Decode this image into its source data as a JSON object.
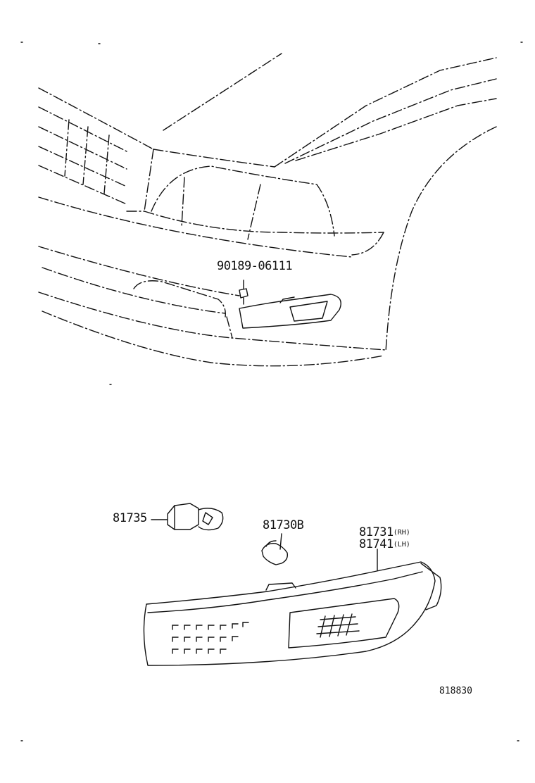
{
  "parts": {
    "clip": {
      "number": "90189-06111"
    },
    "socket": {
      "number": "81735"
    },
    "bulb": {
      "number": "81730B"
    },
    "lamp_rh": {
      "number": "81731",
      "side": "(RH)"
    },
    "lamp_lh": {
      "number": "81741",
      "side": "(LH)"
    }
  },
  "reference": "818830",
  "colors": {
    "line": "#111111",
    "background": "#ffffff"
  }
}
